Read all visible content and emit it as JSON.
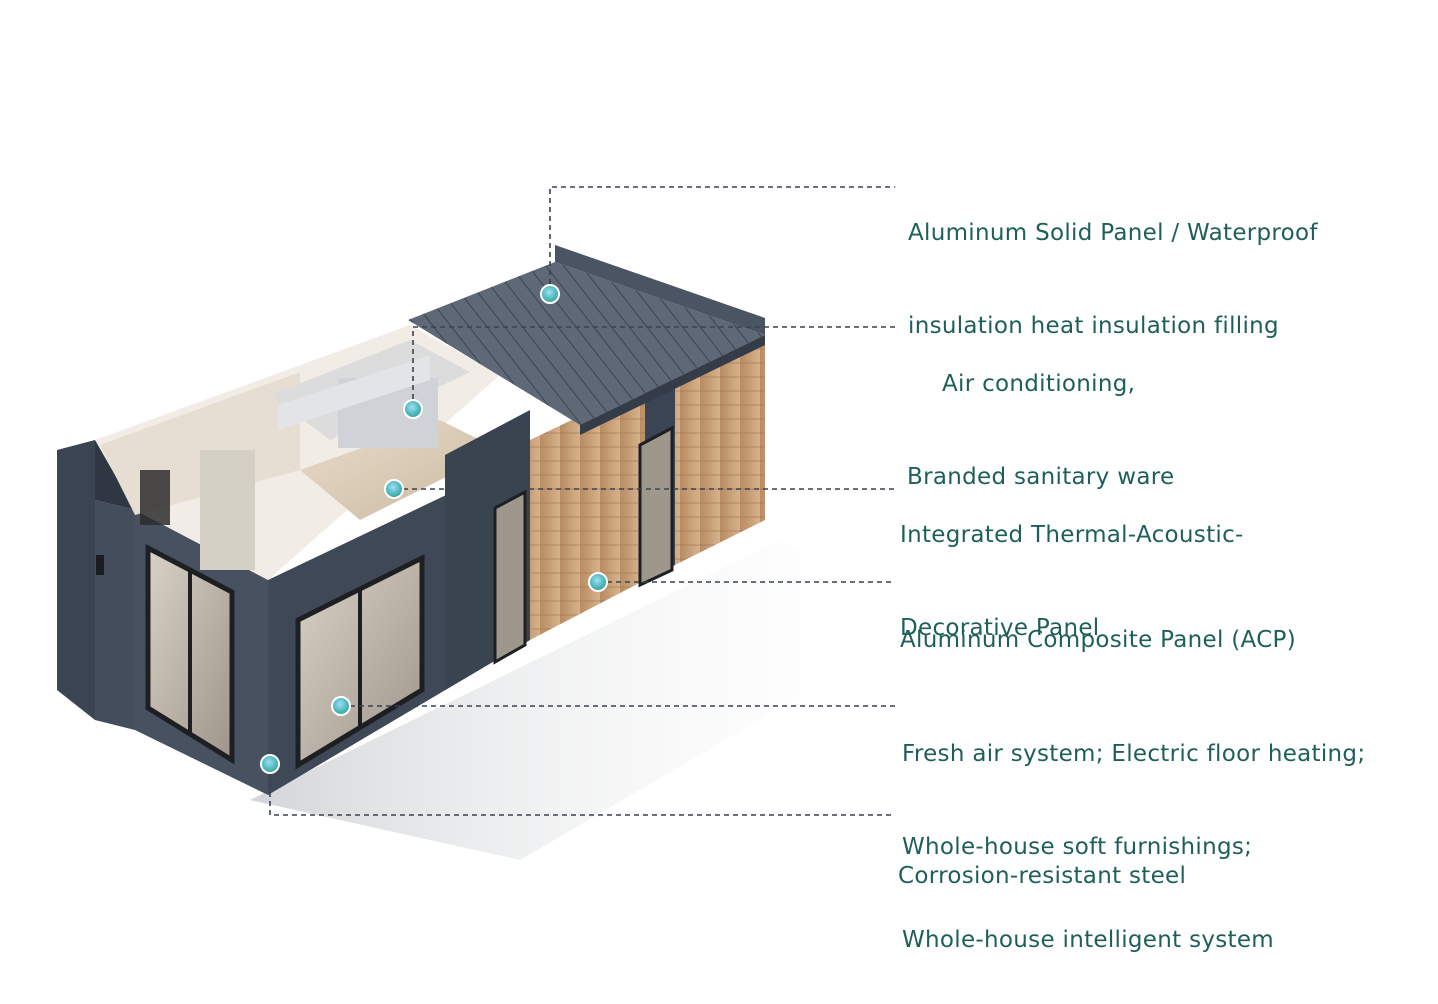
{
  "colors": {
    "label_text": "#1f5f5a",
    "leader_line": "#3a4250",
    "marker_inner": "#7fd0e6",
    "marker_outer": "#2e9a6a",
    "cladding_dark": "#3f4856",
    "wood": "#c8a27a"
  },
  "callouts": {
    "roof": {
      "line1": "Aluminum Solid Panel / Waterproof",
      "line2": "insulation heat insulation filling"
    },
    "ac": {
      "line1": "Air conditioning,",
      "line2": "Branded sanitary ware"
    },
    "thermal": {
      "line1": "Integrated Thermal-Acoustic-",
      "line2": "Decorative Panel"
    },
    "acp": {
      "line1": "Aluminum Composite Panel (ACP)"
    },
    "fresh": {
      "line1": "Fresh air system; Electric floor heating;",
      "line2": "Whole-house soft furnishings;",
      "line3": "Whole-house intelligent system"
    },
    "steel": {
      "line1": "Corrosion-resistant steel"
    }
  }
}
